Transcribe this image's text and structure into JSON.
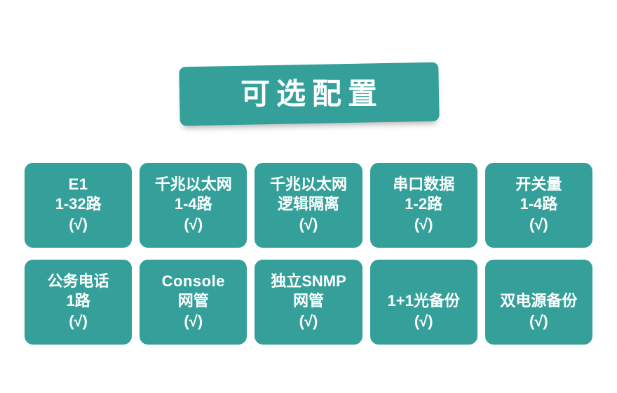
{
  "banner": {
    "title": "可选配置"
  },
  "theme": {
    "teal": "#35a09a",
    "text": "#ffffff",
    "background": "#ffffff"
  },
  "cards": [
    {
      "lines": [
        "E1",
        "1-32路"
      ],
      "check": "(√)"
    },
    {
      "lines": [
        "千兆以太网",
        "1-4路"
      ],
      "check": "(√)"
    },
    {
      "lines": [
        "千兆以太网",
        "逻辑隔离"
      ],
      "check": "(√)"
    },
    {
      "lines": [
        "串口数据",
        "1-2路"
      ],
      "check": "(√)"
    },
    {
      "lines": [
        "开关量",
        "1-4路"
      ],
      "check": "(√)"
    },
    {
      "lines": [
        "公务电话",
        "1路"
      ],
      "check": "(√)"
    },
    {
      "lines": [
        "Console",
        "网管"
      ],
      "check": "(√)"
    },
    {
      "lines": [
        "独立SNMP",
        "网管"
      ],
      "check": "(√)"
    },
    {
      "lines": [
        "1+1光备份"
      ],
      "check": "(√)"
    },
    {
      "lines": [
        "双电源备份"
      ],
      "check": "(√)"
    }
  ]
}
